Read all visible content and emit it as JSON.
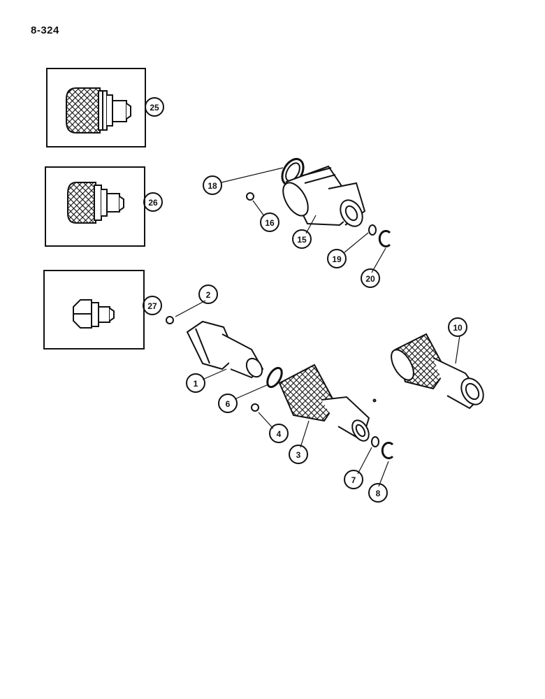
{
  "page_number": "8-324",
  "callouts": {
    "c25": "25",
    "c26": "26",
    "c27": "27",
    "c18": "18",
    "c16": "16",
    "c15": "15",
    "c19": "19",
    "c20": "20",
    "c2": "2",
    "c1": "1",
    "c6": "6",
    "c4": "4",
    "c3": "3",
    "c7": "7",
    "c8": "8",
    "c10": "10"
  },
  "colors": {
    "ink": "#111111",
    "paper": "#ffffff"
  }
}
